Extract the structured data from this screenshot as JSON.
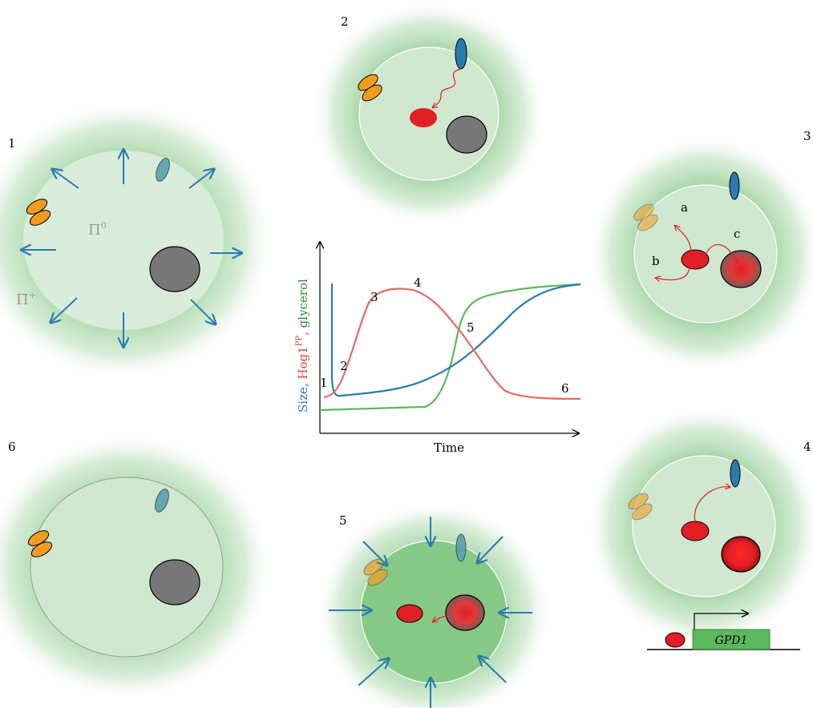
{
  "panels": {
    "p1": "1",
    "p2": "2",
    "p3": "3",
    "p4": "4",
    "p5": "5",
    "p6": "6"
  },
  "labels": {
    "pi_zero_base": "Π",
    "pi_zero_sup": "0",
    "pi_plus_base": "Π",
    "pi_plus_sup": "+",
    "a": "a",
    "b": "b",
    "c": "c",
    "gene": "GPD1"
  },
  "chart_data": {
    "type": "line",
    "xlabel": "Time",
    "ylabel_parts": [
      {
        "text": "Size",
        "color": "#1f78b4"
      },
      {
        "text": ", ",
        "color": "#1f78b4"
      },
      {
        "text": "Hog1",
        "color": "#e8423f"
      },
      {
        "text": "PP",
        "color": "#e8423f",
        "sup": true
      },
      {
        "text": ", ",
        "color": "#e8423f"
      },
      {
        "text": "glycerol",
        "color": "#2e8b3a"
      }
    ],
    "phase_labels": [
      "1",
      "2",
      "3",
      "4",
      "5",
      "6"
    ],
    "series": [
      {
        "key": "size",
        "color": "#2a7bb0"
      },
      {
        "key": "hog1pp",
        "color": "#e46a64"
      },
      {
        "key": "glycerol",
        "color": "#5cb85c"
      }
    ]
  },
  "colors": {
    "cell_glow": "#a8d5a8",
    "cytoplasm": "#d6ead6",
    "cytoplasm_shrunk": "#86c886",
    "nucleus": "#7a7a7a",
    "hog1": "#e21f26",
    "sensor": "#2a7bb0",
    "channel": "#f39c1f",
    "arrow_blue": "#2a7bb0",
    "arrow_red": "#e21f26",
    "gene_box": "#5cb85c"
  }
}
